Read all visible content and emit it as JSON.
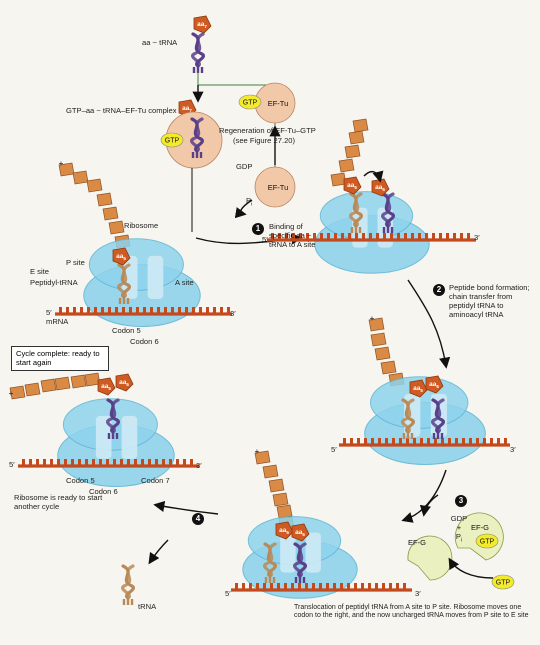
{
  "labels": {
    "aa_trna": "aa ~ tRNA",
    "gtp_complex": "GTP–aa ~ tRNA–EF-Tu complex",
    "regeneration_line1": "Regeneration of EF-Tu–GTP",
    "regeneration_line2": "(see Figure 27.20)",
    "ribosome": "Ribosome",
    "p_site": "P site",
    "e_site": "E site",
    "peptidyl_trna": "Peptidyl-tRNA",
    "a_site": "A site",
    "mrna": "mRNA",
    "codon5": "Codon 5",
    "codon6": "Codon 6",
    "codon7": "Codon 7",
    "five_prime": "5′",
    "three_prime": "3′",
    "trna": "tRNA",
    "pi": "P",
    "pi_sub": "i",
    "gdp": "GDP",
    "plus": "+",
    "gtp": "GTP",
    "gdp_pi_gdp": "GDP",
    "gdp_pi_plus": "+",
    "gdp_pi_p": "P",
    "gdp_pi_sub": "i"
  },
  "proteins": {
    "ef_tu": "EF-Tu",
    "ef_g": "EF-G",
    "gtp": "GTP",
    "gdp": "GDP"
  },
  "aa_labels": {
    "aa": "aa",
    "sub5": "5",
    "sub6": "6",
    "sub7": "7"
  },
  "steps": [
    {
      "number": "1",
      "text": "Binding of specific aa ~ tRNA to A site"
    },
    {
      "number": "2",
      "text": "Peptide bond formation; chain transfer from peptidyl tRNA to aminoacyl tRNA"
    },
    {
      "number": "3",
      "text": "Translocation of peptidyl tRNA from A site to P site. Ribosome moves one codon to the right, and the now uncharged tRNA moves from P site to E site"
    },
    {
      "number": "4",
      "text": "Ribosome is ready to start another cycle"
    }
  ],
  "cycle_box": "Cycle complete: ready to start again",
  "colors": {
    "ribosome": "#8fd3ec",
    "ribosome_edge": "#5fb6d6",
    "bead": "#d98a45",
    "aa_top": "#cf5a22",
    "mrna": "#c44a1e",
    "trna_tan": "#b98a57",
    "trna_purple": "#5a3f8a",
    "gtp": "#f2ea2a",
    "protein": "#f2c9a8"
  }
}
